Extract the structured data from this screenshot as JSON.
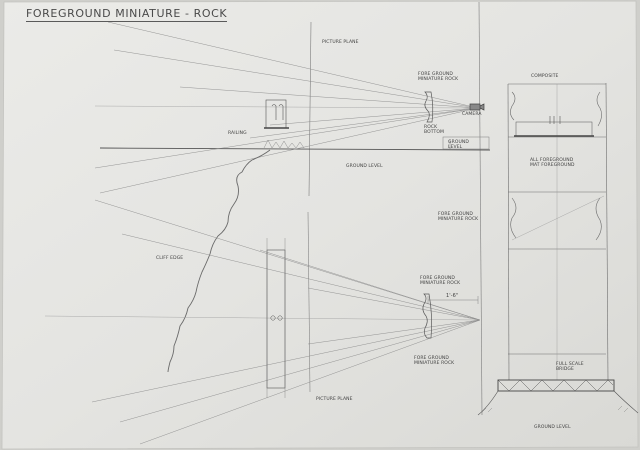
{
  "sheet": {
    "title": "FOREGROUND MINIATURE - ROCK"
  },
  "labels": {
    "picture_plane_top": "PICTURE PLANE",
    "foreground_miniature_rock_top": "FORE GROUND\nMINIATURE ROCK",
    "camera": "CAMERA",
    "rock_bottom": "ROCK\nBOTTOM",
    "ground_level_small": "GROUND\nLEVEL",
    "ground_level_mid": "GROUND LEVEL",
    "railing": "RAILING",
    "cliff_edge": "CLIFF EDGE",
    "composite": "COMPOSITE",
    "all_foreground_mat": "ALL FOREGROUND\nMAT FOREGROUND",
    "foreground_miniature_rock_mid": "FORE GROUND\nMINIATURE ROCK",
    "foreground_miniature_rock_right": "FORE GROUND\nMINIATURE ROCK",
    "dim_height": "1'-6\"",
    "foreground_miniature_rock_low": "FORE GROUND\nMINIATURE ROCK",
    "picture_plane_bottom": "PICTURE PLANE",
    "full_scale_bridge": "FULL SCALE\nBRIDGE",
    "ground_level_bottom": "GROUND LEVEL"
  }
}
